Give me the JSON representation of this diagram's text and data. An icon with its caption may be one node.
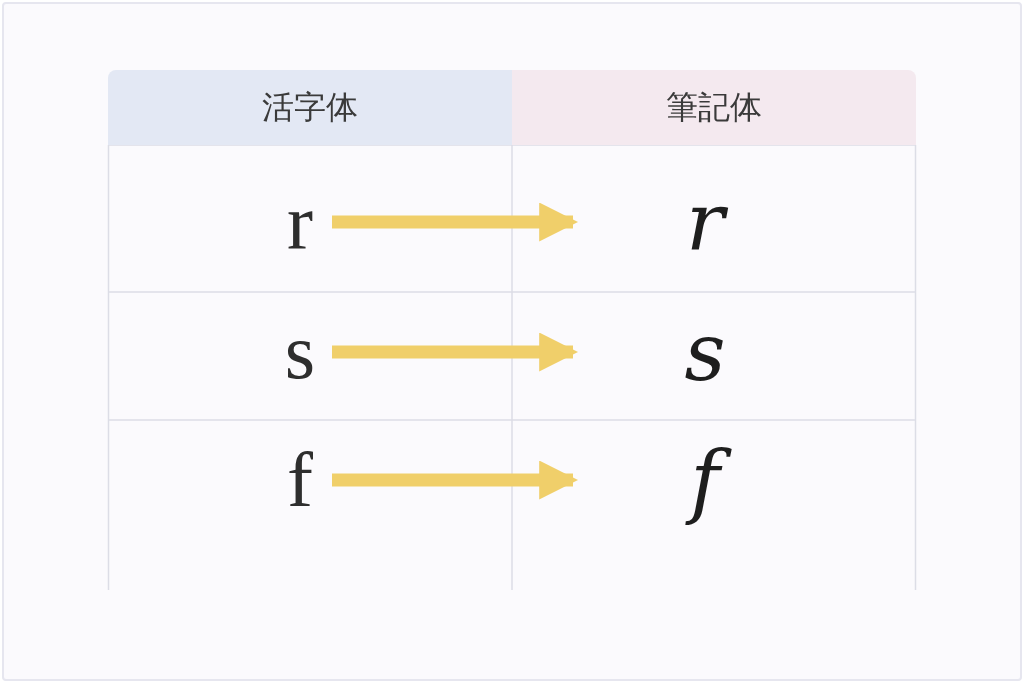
{
  "diagram": {
    "nodes": [
      {
        "text": [
          "r"
        ]
      },
      {
        "text": [
          "r"
        ]
      },
      {
        "text": [
          "s"
        ]
      },
      {
        "text": [
          "s"
        ]
      },
      {
        "text": [
          "f"
        ]
      },
      {
        "text": [
          "f"
        ]
      }
    ],
    "edges": [
      {
        "from": 0,
        "to": 1,
        "arrow": "to"
      },
      {
        "from": 2,
        "to": 3,
        "arrow": "to"
      },
      {
        "from": 4,
        "to": 5,
        "arrow": "to"
      }
    ],
    "labels": [
      "活字体",
      "筆記体"
    ]
  }
}
